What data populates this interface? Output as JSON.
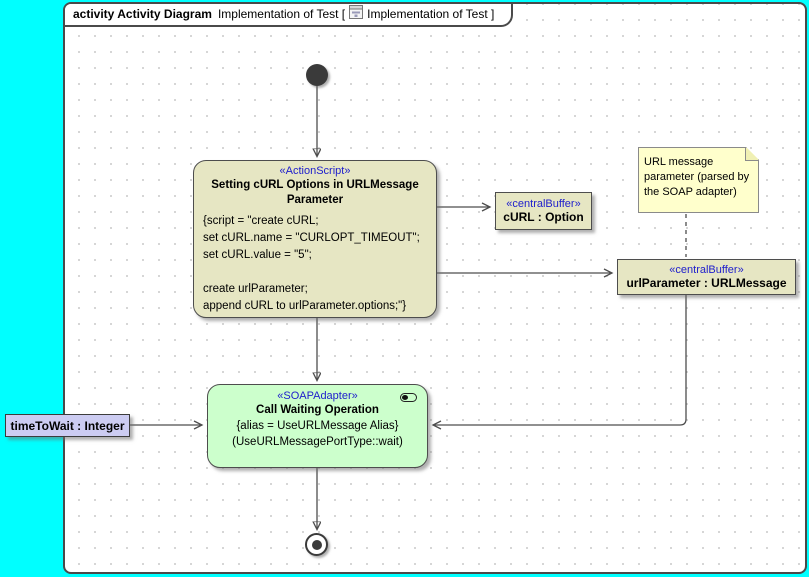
{
  "frame": {
    "header": {
      "kind": "activity Activity Diagram",
      "title": "Implementation of Test [",
      "ref": "Implementation of Test ]"
    }
  },
  "nodes": {
    "action_script": {
      "stereotype": "«ActionScript»",
      "title": "Setting cURL Options in URLMessage Parameter",
      "body_lines": [
        "{script = \"create cURL;",
        "set cURL.name = \"CURLOPT_TIMEOUT\";",
        "set cURL.value = \"5\";",
        "",
        "create urlParameter;",
        "append cURL to urlParameter.options;\"}"
      ]
    },
    "curl_buffer": {
      "stereotype": "«centralBuffer»",
      "label": "cURL : Option"
    },
    "url_param_buffer": {
      "stereotype": "«centralBuffer»",
      "label": "urlParameter : URLMessage"
    },
    "note": {
      "text": "URL message parameter (parsed by the SOAP adapter)"
    },
    "soap_adapter": {
      "stereotype": "«SOAPAdapter»",
      "title": "Call Waiting Operation",
      "line1": "{alias = UseURLMessage Alias}",
      "line2": "(UseURLMessagePortType::wait)"
    },
    "activity_parameter": {
      "label": "timeToWait : Integer"
    }
  },
  "colors": {
    "page_background": "#00ffff",
    "node_beige": "#e6e6c3",
    "node_green": "#ccffcc",
    "note_yellow": "#ffffcc",
    "parameter_lavender": "#ccccf2",
    "stereotype_blue": "#2020cc",
    "line": "#4d4d4d"
  }
}
